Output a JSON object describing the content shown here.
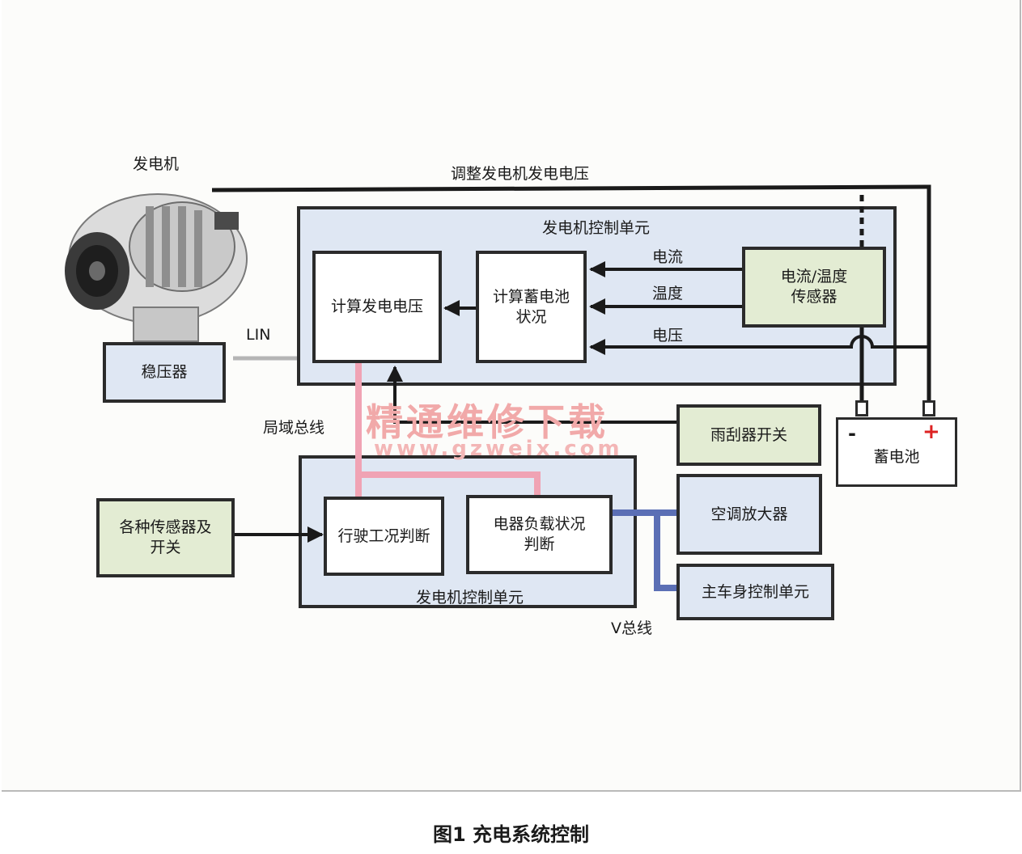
{
  "labels": {
    "generator": "发电机",
    "adjust_voltage": "调整发电机发电电压",
    "lin": "LIN",
    "local_bus": "局域总线",
    "v_bus": "V总线",
    "current": "电流",
    "temperature": "温度",
    "voltage": "电压"
  },
  "units": {
    "upper_title": "发电机控制单元",
    "lower_title": "发电机控制单元"
  },
  "boxes": {
    "regulator": "稳压器",
    "calc_gen_voltage": "计算发电电压",
    "calc_battery_state": "计算蓄电池\n状况",
    "current_temp_sensor": "电流/温度\n传感器",
    "wiper_switch": "雨刮器开关",
    "sensors_switches": "各种传感器及\n开关",
    "driving_judgement": "行驶工况判断",
    "load_judgement": "电器负载状况\n判断",
    "ac_amplifier": "空调放大器",
    "main_body_ecu": "主车身控制单元"
  },
  "battery": {
    "label": "蓄电池",
    "minus": "-",
    "plus": "+"
  },
  "watermark": {
    "text": "精通维修下载",
    "url": "www.gzweix.com"
  },
  "caption": "图1 充电系统控制",
  "colors": {
    "local_bus": "#f0a3b4",
    "v_bus": "#5b6fb5",
    "lin": "#b5b5b5",
    "wire": "#1a1a1a"
  }
}
